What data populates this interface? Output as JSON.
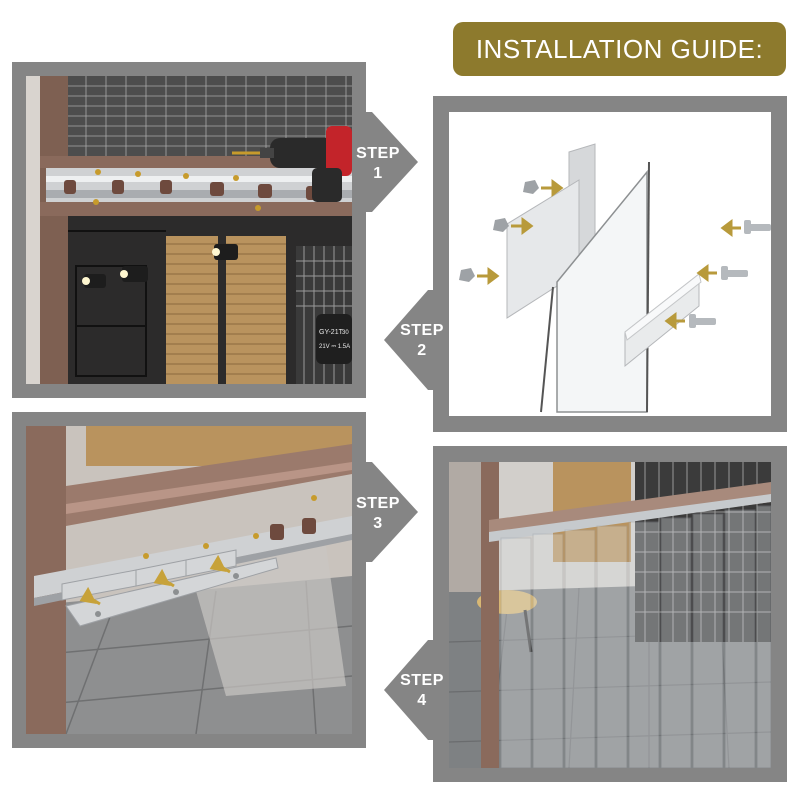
{
  "title": "INSTALLATION GUIDE:",
  "colors": {
    "badge": "#8d7a2d",
    "frame": "#858585",
    "arrow": "#c7a23a",
    "rail_bronze": "#8a6a5c"
  },
  "steps": [
    {
      "word": "STEP",
      "number": "1"
    },
    {
      "word": "STEP",
      "number": "2"
    },
    {
      "word": "STEP",
      "number": "3"
    },
    {
      "word": "STEP",
      "number": "4"
    }
  ],
  "drill_label": {
    "model": "GY-21T",
    "spec": "21V ⎓ 1.5A",
    "code": "30"
  },
  "icons": [
    "drill-icon",
    "screw-icon",
    "arrow-icon",
    "mounting-plate-icon",
    "curtain-strip-icon"
  ]
}
